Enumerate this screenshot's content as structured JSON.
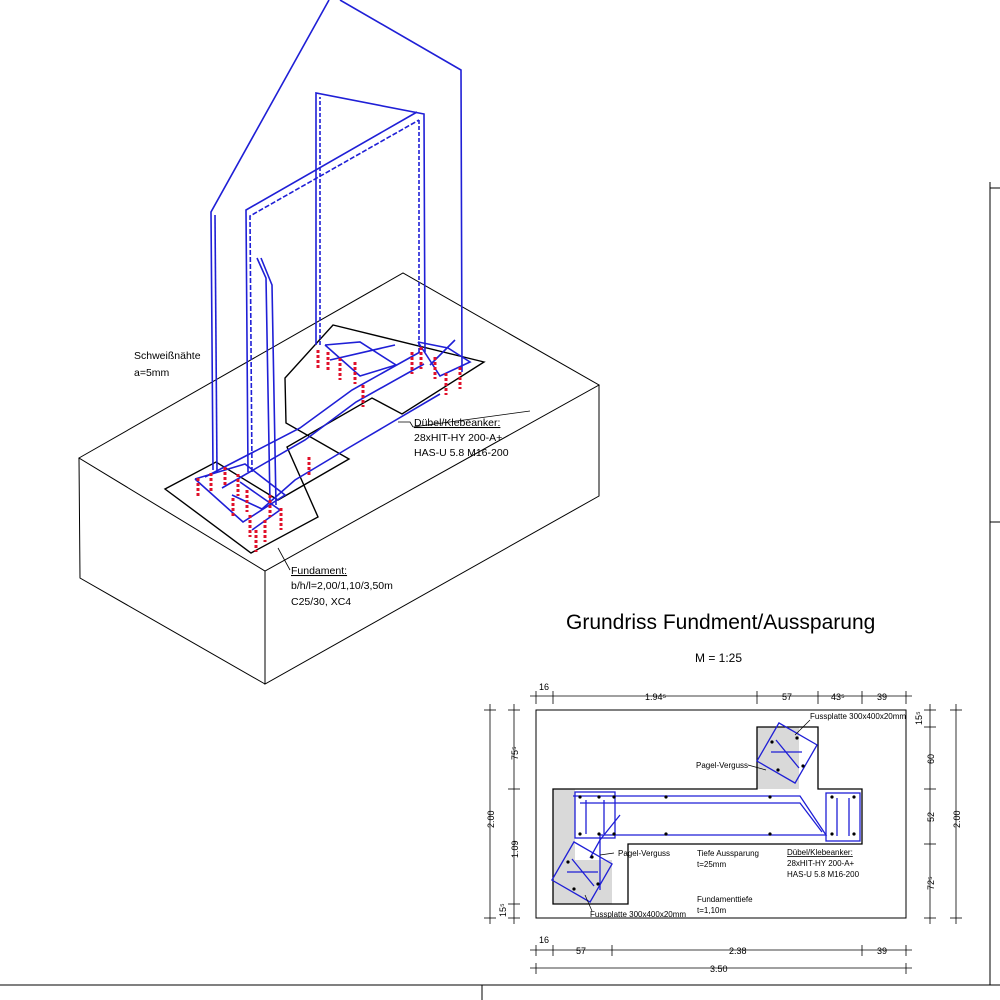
{
  "iso": {
    "weld_label": "Schweißnähte",
    "weld_value": "a=5mm",
    "anchor_title": "Dübel/Klebeanker:",
    "anchor_line1": "28xHIT-HY 200-A+",
    "anchor_line2": "HAS-U 5.8 M16-200",
    "foundation_title": "Fundament:",
    "foundation_dims": "b/h/l=2,00/1,10/3,50m",
    "foundation_concrete": "C25/30, XC4"
  },
  "plan": {
    "title": "Grundriss Fundment/Aussparung",
    "scale": "M = 1:25",
    "baseplate_top": "Fussplatte 300x400x20mm",
    "baseplate_bottom": "Fussplatte 300x400x20mm",
    "grout_top": "Pagel-Verguss",
    "grout_left": "Pagel-Verguss",
    "recess_depth_label": "Tiefe Aussparung",
    "recess_depth_value": "t=25mm",
    "anchor_title": "Dübel/Klebeanker:",
    "anchor_line1": "28xHIT-HY 200-A+",
    "anchor_line2": "HAS-U 5.8 M16-200",
    "foundation_depth_label": "Fundamenttiefe",
    "foundation_depth_value": "t=1,10m",
    "dims": {
      "top_16": "16",
      "top_194": "1.94⁵",
      "top_57": "57",
      "top_43": "43⁵",
      "top_39": "39",
      "bot_16": "16",
      "bot_57": "57",
      "bot_238": "2.38",
      "bot_39": "39",
      "bot_350": "3.50",
      "left_200": "2.00",
      "left_75": "75⁵",
      "left_109": "1.09",
      "left_15": "15⁵",
      "right_15": "15⁵",
      "right_60": "60",
      "right_52": "52",
      "right_72": "72⁵",
      "right_200": "2.00"
    }
  },
  "colors": {
    "steel": "#1f1fd6",
    "anchor": "#e0102a",
    "grout": "#d9d9d9",
    "line": "#000000"
  }
}
